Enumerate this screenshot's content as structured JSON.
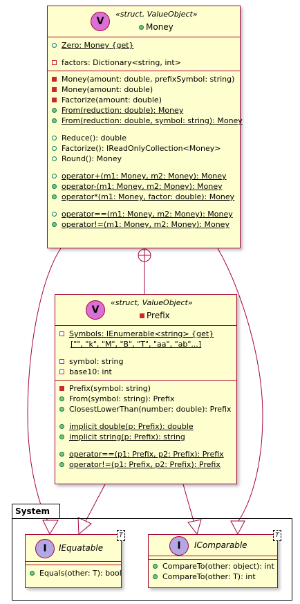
{
  "package": {
    "name": "System"
  },
  "money": {
    "stereotype": "«struct, ValueObject»",
    "name": "Money",
    "circle": "V",
    "fields": [
      {
        "vis": "pubo",
        "text": "Zero: Money {get}",
        "underline": true
      },
      {
        "gap": true
      },
      {
        "vis": "privo",
        "text": "factors: Dictionary<string, int>"
      }
    ],
    "methods": [
      {
        "vis": "priv",
        "text": "Money(amount: double, prefixSymbol: string)"
      },
      {
        "vis": "priv",
        "text": "Money(amount: double)"
      },
      {
        "vis": "priv",
        "text": "Factorize(amount: double)"
      },
      {
        "vis": "pub",
        "text": "From(reduction: double): Money",
        "underline": true
      },
      {
        "vis": "pub",
        "text": "From(reduction: double, symbol: string): Money",
        "underline": true
      },
      {
        "gap": true
      },
      {
        "vis": "pubo",
        "text": "Reduce(): double"
      },
      {
        "vis": "pubo",
        "text": "Factorize(): IReadOnlyCollection<Money>"
      },
      {
        "vis": "pubo",
        "text": "Round(): Money"
      },
      {
        "gap": true
      },
      {
        "vis": "pubo",
        "text": "operator+(m1: Money, m2: Money): Money",
        "underline": true
      },
      {
        "vis": "pub",
        "text": "operator-(m1: Money, m2: Money): Money",
        "underline": true
      },
      {
        "vis": "pub",
        "text": "operator*(m1: Money, factor: double): Money",
        "underline": true
      },
      {
        "gap": true
      },
      {
        "vis": "pubo",
        "text": "operator==(m1: Money, m2: Money): Money",
        "underline": true
      },
      {
        "vis": "pub",
        "text": "operator!=(m1: Money, m2: Money): Money",
        "underline": true
      }
    ]
  },
  "prefix": {
    "stereotype": "«struct, ValueObject»",
    "name": "Prefix",
    "circle": "V",
    "fields": [
      {
        "vis": "privo",
        "text": "Symbols: IEnumerable<string> {get}",
        "underline": true
      },
      {
        "vis": "none",
        "text": "[\"\", \"k\", \"M\", \"B\", \"T\", \"aa\", \"ab\"...]",
        "underline": true
      },
      {
        "gap": true
      },
      {
        "vis": "privo",
        "text": "symbol: string"
      },
      {
        "vis": "privo",
        "text": "base10: int"
      }
    ],
    "methods": [
      {
        "vis": "priv",
        "text": "Prefix(symbol: string)"
      },
      {
        "vis": "pub",
        "text": "From(symbol: string): Prefix"
      },
      {
        "vis": "pub",
        "text": "ClosestLowerThan(number: double): Prefix"
      },
      {
        "gap": true
      },
      {
        "vis": "pub",
        "text": "implicit double(p: Prefix): double",
        "underline": true
      },
      {
        "vis": "pub",
        "text": "implicit string(p: Prefix): string",
        "underline": true
      },
      {
        "gap": true
      },
      {
        "vis": "pub",
        "text": "operator==(p1: Prefix, p2: Prefix): Prefix",
        "underline": true
      },
      {
        "vis": "pub",
        "text": "operator!=(p1: Prefix, p2: Prefix): Prefix",
        "underline": true
      }
    ]
  },
  "iequatable": {
    "name": "IEquatable",
    "circle": "I",
    "type_param": "T",
    "methods": [
      {
        "vis": "pub",
        "text": "Equals(other: T): bool"
      }
    ]
  },
  "icomparable": {
    "name": "IComparable",
    "circle": "I",
    "type_param": "T",
    "methods": [
      {
        "vis": "pub",
        "text": "CompareTo(other: object): int"
      },
      {
        "vis": "pub",
        "text": "CompareTo(other: T): int"
      }
    ]
  }
}
